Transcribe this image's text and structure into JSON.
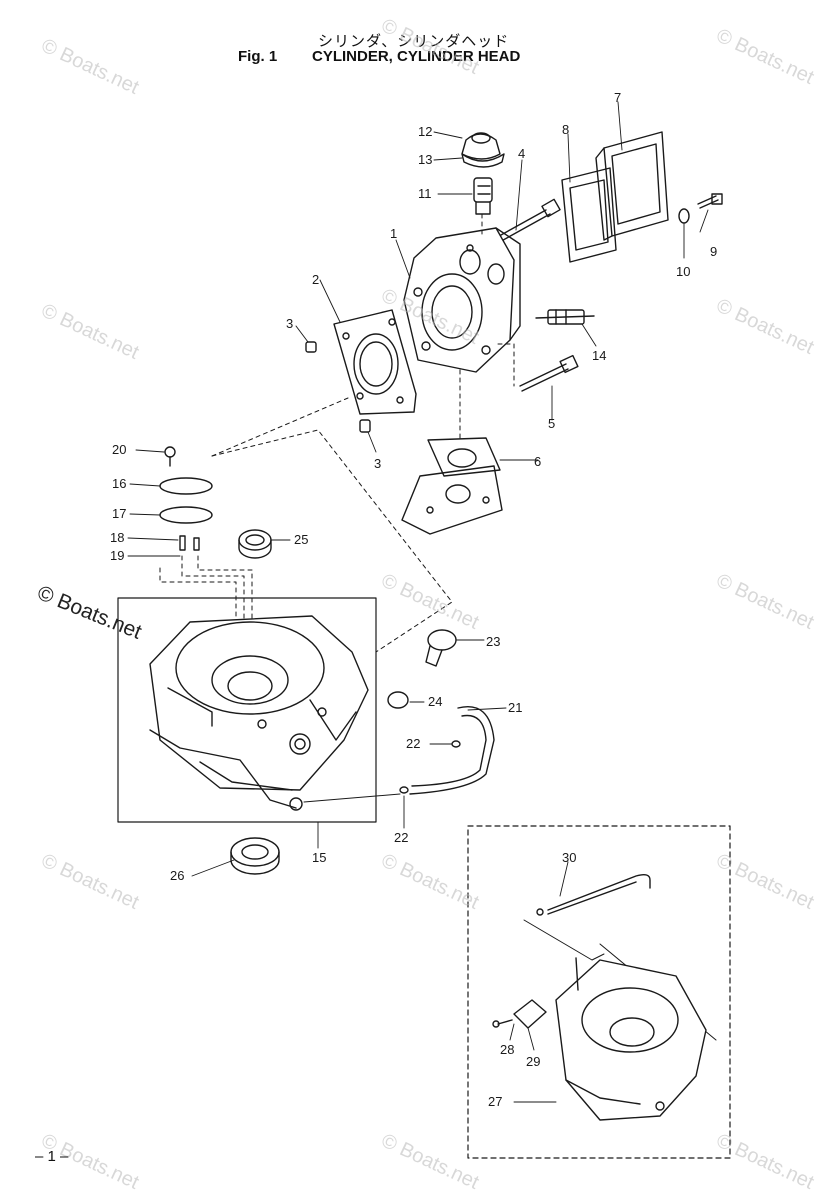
{
  "header": {
    "title_jp": "シリンダ、シリンダヘッド",
    "fig_label": "Fig. 1",
    "title_en": "CYLINDER, CYLINDER HEAD"
  },
  "footer": {
    "page_number": "– 1 –"
  },
  "watermark": {
    "text": "© Boats.net"
  },
  "callouts": [
    {
      "id": "c1",
      "label": "1"
    },
    {
      "id": "c2",
      "label": "2"
    },
    {
      "id": "c3a",
      "label": "3"
    },
    {
      "id": "c3b",
      "label": "3"
    },
    {
      "id": "c4",
      "label": "4"
    },
    {
      "id": "c5",
      "label": "5"
    },
    {
      "id": "c6",
      "label": "6"
    },
    {
      "id": "c7",
      "label": "7"
    },
    {
      "id": "c8",
      "label": "8"
    },
    {
      "id": "c9",
      "label": "9"
    },
    {
      "id": "c10",
      "label": "10"
    },
    {
      "id": "c11",
      "label": "11"
    },
    {
      "id": "c12",
      "label": "12"
    },
    {
      "id": "c13",
      "label": "13"
    },
    {
      "id": "c14",
      "label": "14"
    },
    {
      "id": "c15",
      "label": "15"
    },
    {
      "id": "c16",
      "label": "16"
    },
    {
      "id": "c17",
      "label": "17"
    },
    {
      "id": "c18",
      "label": "18"
    },
    {
      "id": "c19",
      "label": "19"
    },
    {
      "id": "c20",
      "label": "20"
    },
    {
      "id": "c21",
      "label": "21"
    },
    {
      "id": "c22a",
      "label": "22"
    },
    {
      "id": "c22b",
      "label": "22"
    },
    {
      "id": "c23",
      "label": "23"
    },
    {
      "id": "c24",
      "label": "24"
    },
    {
      "id": "c25",
      "label": "25"
    },
    {
      "id": "c26",
      "label": "26"
    },
    {
      "id": "c27",
      "label": "27"
    },
    {
      "id": "c28",
      "label": "28"
    },
    {
      "id": "c29",
      "label": "29"
    },
    {
      "id": "c30",
      "label": "30"
    }
  ],
  "colors": {
    "line": "#1a1a1a",
    "watermark": "#b9b9b9",
    "background": "#ffffff"
  }
}
